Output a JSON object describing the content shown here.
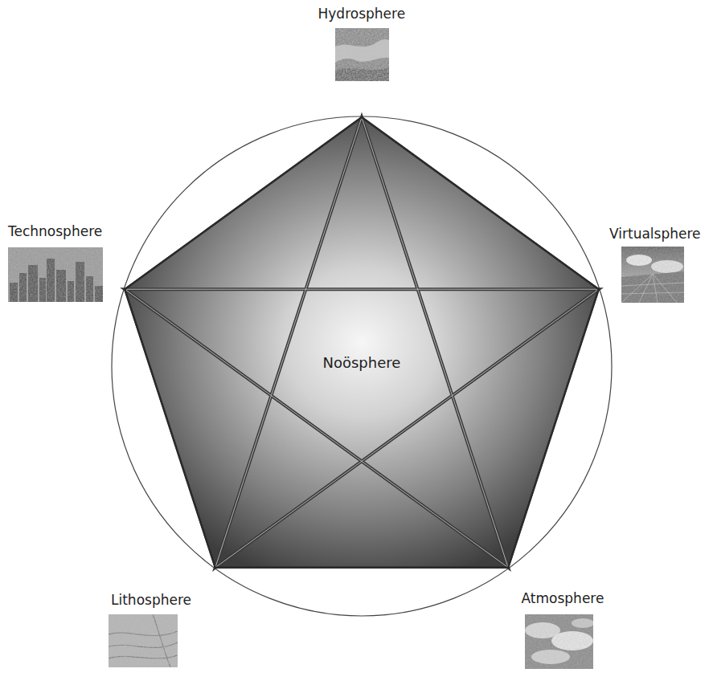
{
  "diagram": {
    "nodes": [
      {
        "text": [
          "Hydrosphere"
        ]
      },
      {
        "text": [
          "Technosphere"
        ]
      },
      {
        "text": [
          "Virtualsphere"
        ]
      },
      {
        "text": [
          "Noösphere"
        ]
      },
      {
        "text": [
          "Lithosphere"
        ]
      },
      {
        "text": [
          "Atmosphere"
        ]
      }
    ]
  }
}
